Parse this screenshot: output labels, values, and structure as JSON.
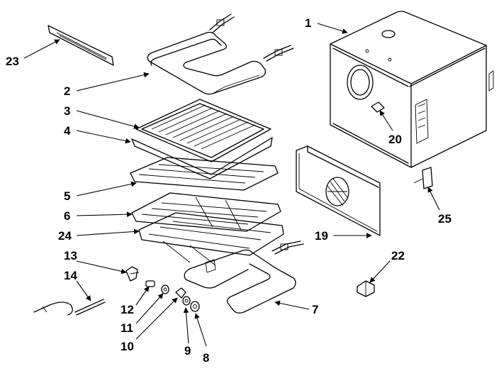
{
  "diagram": {
    "callouts": {
      "c1": "1",
      "c2": "2",
      "c3": "3",
      "c4": "4",
      "c5": "5",
      "c6": "6",
      "c7": "7",
      "c8": "8",
      "c9": "9",
      "c10": "10",
      "c11": "11",
      "c12": "12",
      "c13": "13",
      "c14": "14",
      "c19": "19",
      "c20": "20",
      "c22": "22",
      "c23": "23",
      "c24": "24",
      "c25": "25"
    }
  }
}
